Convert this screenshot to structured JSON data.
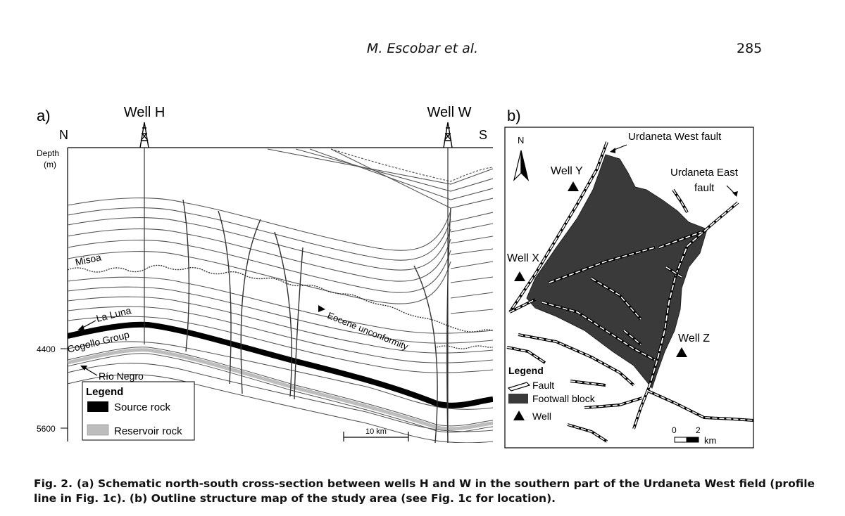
{
  "header": {
    "running_head": "M. Escobar et al.",
    "page_number": "285"
  },
  "panel_a": {
    "label": "a)",
    "north": "N",
    "south": "S",
    "depth_label_1": "Depth",
    "depth_label_2": "(m)",
    "depth_ticks": [
      "4400",
      "5600"
    ],
    "wells": [
      "Well H",
      "Well W"
    ],
    "units": [
      "Misoa",
      "La Luna",
      "Cogollo Group",
      "Río Negro"
    ],
    "unconformity": "Eocene unconformity",
    "scale_bar": "10 km",
    "legend": {
      "title": "Legend",
      "items": [
        {
          "label": "Source rock",
          "color": "#000000"
        },
        {
          "label": "Reservoir rock",
          "color": "#bdbdbd"
        }
      ]
    }
  },
  "panel_b": {
    "label": "b)",
    "north": "N",
    "faults": [
      "Urdaneta West fault",
      "Urdaneta East",
      "fault"
    ],
    "wells": [
      "Well Y",
      "Well X",
      "Well Z"
    ],
    "legend": {
      "title": "Legend",
      "items": [
        {
          "label": "Fault",
          "symbol": "fault"
        },
        {
          "label": "Footwall block",
          "color": "#3a3a3a"
        },
        {
          "label": "Well",
          "symbol": "triangle"
        }
      ]
    },
    "scale": {
      "zero": "0",
      "two": "2",
      "unit": "km"
    }
  },
  "caption": {
    "label": "Fig. 2.",
    "text": "(a) Schematic north-south cross-section between wells H and W in the southern part of the Urdaneta West field (profile line in Fig. 1c).  (b) Outline structure map of the study area (see Fig. 1c for location)."
  }
}
